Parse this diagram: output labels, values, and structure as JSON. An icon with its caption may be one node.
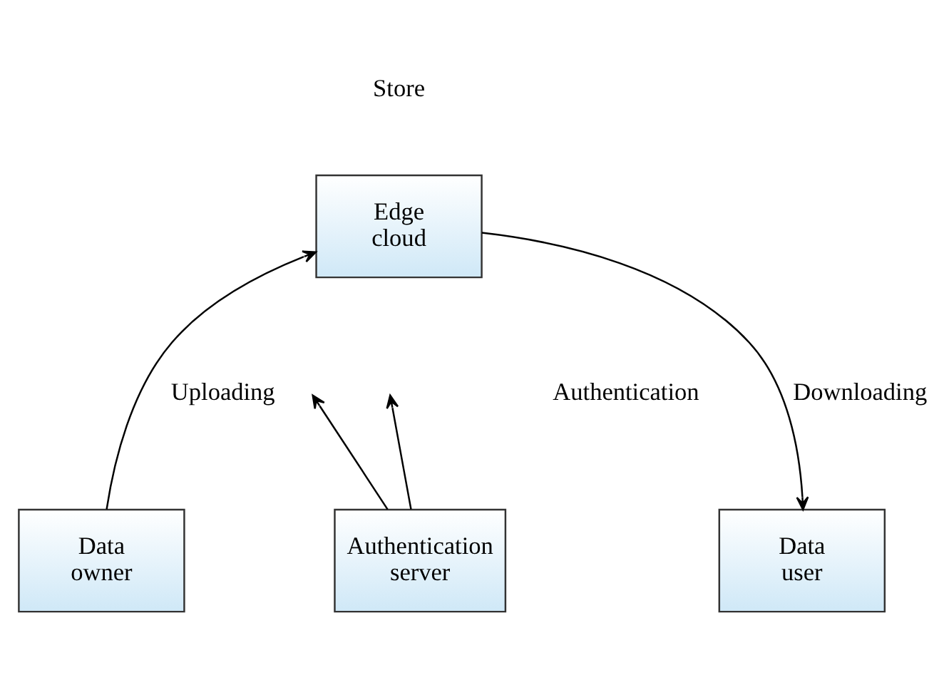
{
  "diagram": {
    "nodes": [
      {
        "text": [
          "Edge cloud"
        ],
        "beside": [
          "Store"
        ]
      },
      {
        "text": [
          "Data owner"
        ]
      },
      {
        "text": [
          "Authentication server"
        ]
      },
      {
        "text": [
          "Data user"
        ]
      }
    ],
    "edges": [
      {
        "from": 1,
        "to": 0,
        "arrow": "to",
        "label": "Uploading"
      },
      {
        "from": 0,
        "to": 3,
        "arrow": "to",
        "label": "Downloading"
      },
      {
        "from": 2,
        "to": null,
        "arrow": "to"
      },
      {
        "from": 2,
        "to": null,
        "arrow": "to"
      }
    ],
    "labels": [
      "Authentication"
    ]
  }
}
